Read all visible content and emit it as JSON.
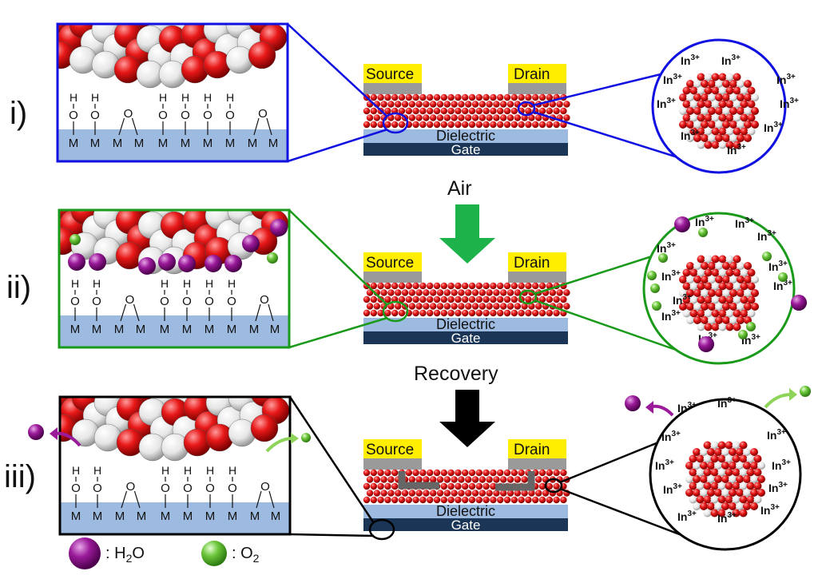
{
  "rows": [
    {
      "label": "i)",
      "color": "#1010e0",
      "state": "clean"
    },
    {
      "label": "ii)",
      "color": "#1a9a1a",
      "state": "adsorbed"
    },
    {
      "label": "iii)",
      "color": "#000000",
      "state": "recovery"
    }
  ],
  "arrows": [
    {
      "label": "Air",
      "color": "#1db34a"
    },
    {
      "label": "Recovery",
      "color": "#000000"
    }
  ],
  "device": {
    "source_label": "Source",
    "drain_label": "Drain",
    "dielectric_label": "Dielectric",
    "gate_label": "Gate"
  },
  "surface": {
    "hydroxyl_h": "H",
    "oxygen": "O",
    "metal": "M"
  },
  "ion_label": "In",
  "ion_charge": "3+",
  "legend": {
    "h2o_prefix": ": H",
    "h2o_sub": "2",
    "h2o_suffix": "O",
    "o2_prefix": ": O",
    "o2_sub": "2"
  },
  "colors": {
    "substrate": "#9dbbe0",
    "gate": "#1b3556",
    "electrode": "#ffee00",
    "electrode_base": "#9a9a9a",
    "nanoparticle_red": "#e01818",
    "water": "#9a1a9a",
    "oxygen_gas": "#6cc63a"
  }
}
